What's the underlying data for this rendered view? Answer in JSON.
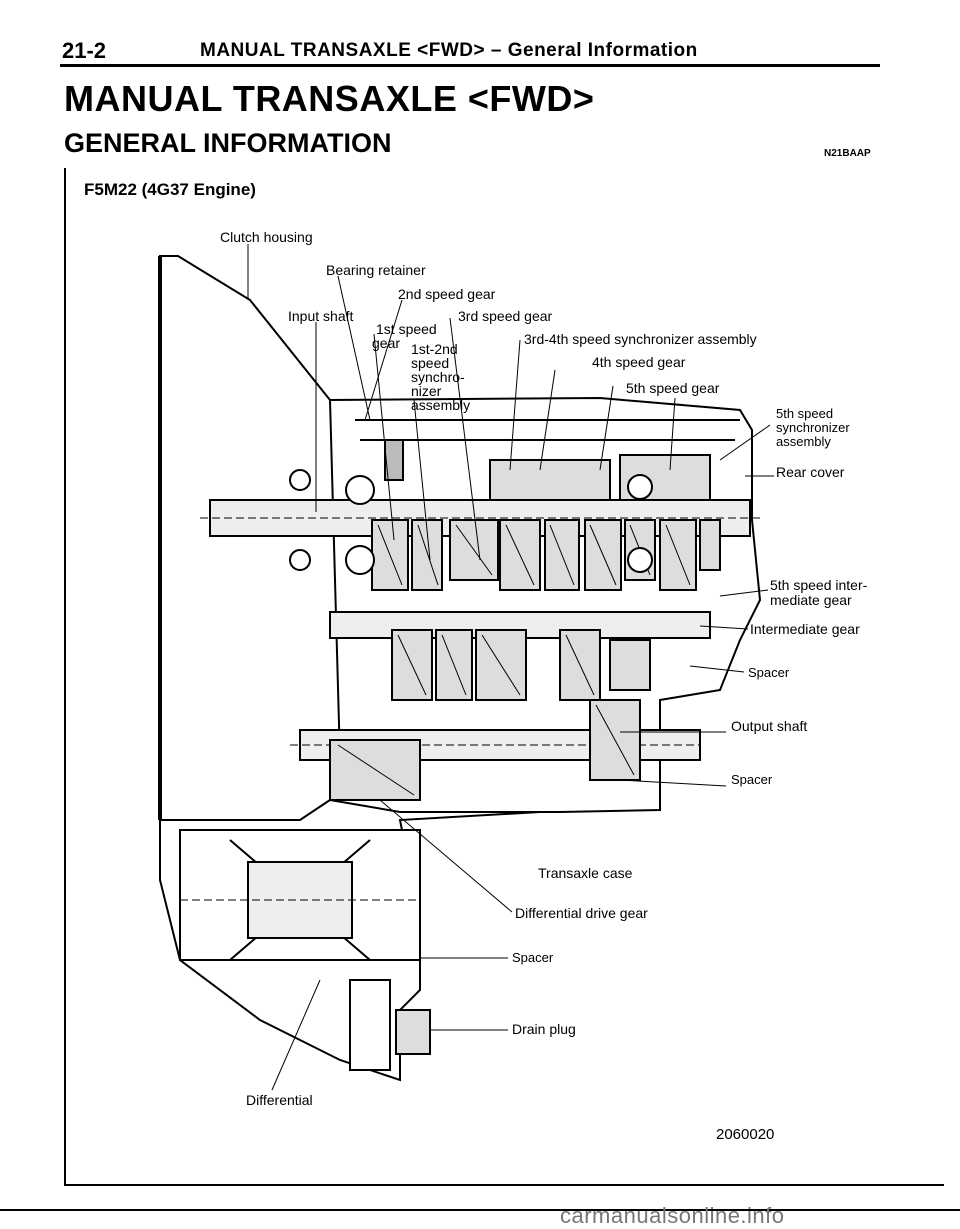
{
  "header": {
    "page_number": "21-2",
    "running_title": "MANUAL TRANSAXLE <FWD> – General Information"
  },
  "section": {
    "title": "MANUAL TRANSAXLE <FWD>",
    "subtitle": "GENERAL INFORMATION",
    "code": "N21BAAP"
  },
  "figure": {
    "title": "F5M22 (4G37 Engine)",
    "number": "2060020",
    "labels": {
      "clutch_housing": "Clutch housing",
      "bearing_retainer": "Bearing retainer",
      "second_speed_gear": "2nd speed gear",
      "input_shaft": "Input shaft",
      "first_speed_gear_1": "1st speed",
      "first_speed_gear_2": "gear",
      "third_speed_gear": "3rd speed gear",
      "sync_1_2_line1": "1st-2nd",
      "sync_1_2_line2": "speed",
      "sync_1_2_line3": "synchro-",
      "sync_1_2_line4": "nizer",
      "sync_1_2_line5": "assembly",
      "sync_3_4": "3rd-4th speed synchronizer assembly",
      "fourth_speed_gear": "4th speed gear",
      "fifth_speed_gear": "5th speed gear",
      "fifth_sync_line1": "5th speed",
      "fifth_sync_line2": "synchronizer",
      "fifth_sync_line3": "assembly",
      "rear_cover": "Rear cover",
      "fifth_inter_line1": "5th speed inter-",
      "fifth_inter_line2": "mediate gear",
      "intermediate_gear": "Intermediate gear",
      "spacer_1": "Spacer",
      "output_shaft": "Output shaft",
      "spacer_2": "Spacer",
      "transaxle_case": "Transaxle case",
      "diff_drive_gear": "Differential drive gear",
      "spacer_3": "Spacer",
      "drain_plug": "Drain plug",
      "differential": "Differential"
    }
  },
  "footer": {
    "watermark": "carmanualsonline.info"
  }
}
